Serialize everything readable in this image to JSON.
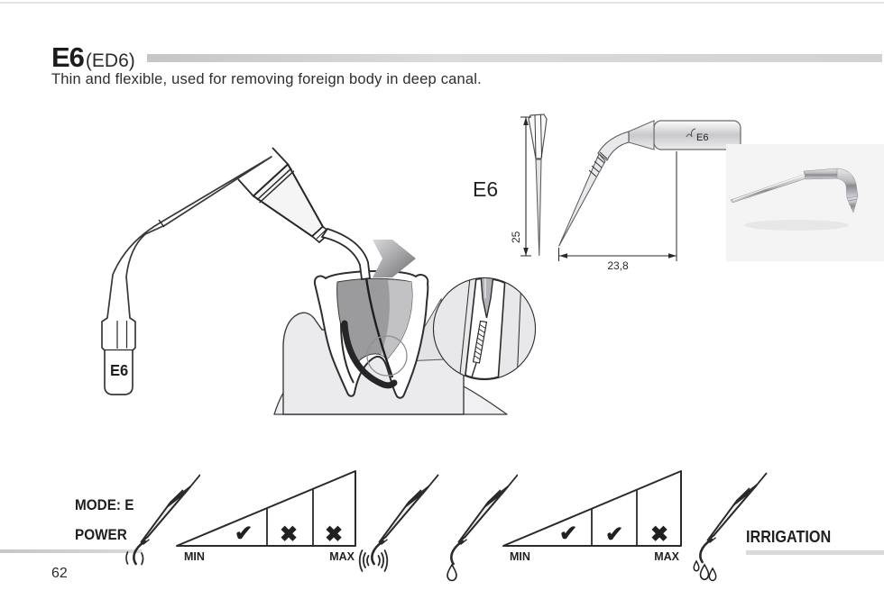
{
  "header": {
    "model": "E6",
    "variant": "(ED6)",
    "description": "Thin and flexible, used for removing foreign body in deep canal."
  },
  "illustration": {
    "tip_base_label": "E6",
    "view_label": "E6",
    "shank_engraving": "E6",
    "overall_length": "25",
    "working_length": "23,8"
  },
  "power": {
    "mode_label": "MODE: E",
    "label": "POWER",
    "min": "MIN",
    "max": "MAX",
    "marks": [
      "✔",
      "✖",
      "✖"
    ]
  },
  "irrigation": {
    "label": "IRRIGATION",
    "min": "MIN",
    "max": "MAX",
    "marks": [
      "✔",
      "✔",
      "✖"
    ]
  },
  "page": {
    "number": "62"
  },
  "colors": {
    "ink": "#231f20",
    "rule_gray": "#d2d2d4",
    "dentin_gray": "#9b9b9e",
    "photo_bg": "#f4f4f5"
  }
}
